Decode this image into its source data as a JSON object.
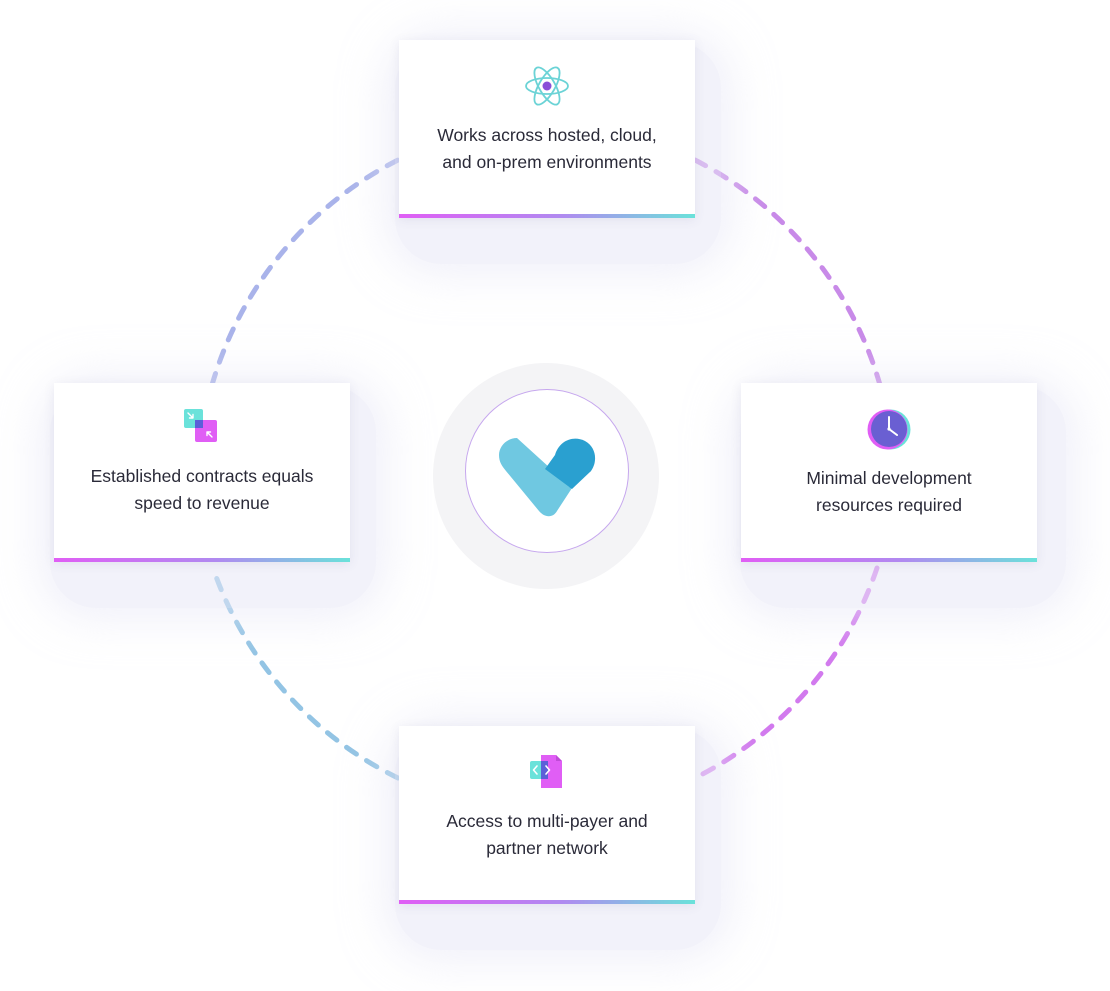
{
  "diagram": {
    "cards": [
      {
        "id": "top",
        "icon": "atom-icon",
        "text": "Works across hosted, cloud, and on-prem environments"
      },
      {
        "id": "right",
        "icon": "clock-icon",
        "text": "Minimal development resources required"
      },
      {
        "id": "bottom",
        "icon": "code-file-icon",
        "text": "Access to multi-payer and partner network"
      },
      {
        "id": "left",
        "icon": "expand-squares-icon",
        "text": "Established contracts equals speed to revenue"
      }
    ],
    "center": {
      "icon": "heart-check-logo-icon"
    },
    "colors": {
      "accent_pink": "#e05ef5",
      "accent_purple": "#b08af0",
      "accent_teal": "#6ae2da",
      "logo_light": "#6fc8e1",
      "logo_dark": "#2aa0d0",
      "clock_face": "#6a5fd2"
    }
  }
}
